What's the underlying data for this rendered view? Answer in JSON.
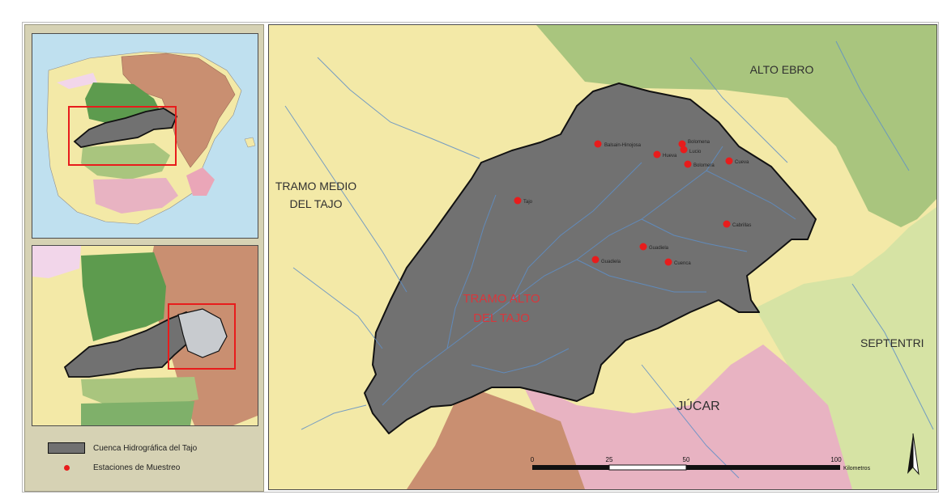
{
  "colors": {
    "basin_fill": "#717171",
    "station_red": "#e81c1c",
    "label_red": "#d8373c",
    "river_blue": "#5f8fc7",
    "medio_yellow": "#f3e9a7",
    "ebro_green": "#a9c57e",
    "jucar_pink": "#e8b3c2",
    "segura_brown": "#c98f71",
    "septentrional_green": "#d6e3a4",
    "sea_blue": "#bfe0ef",
    "panel_tan": "#d6d2b4"
  },
  "main_map": {
    "region_labels": {
      "medio_line1": "TRAMO MEDIO",
      "medio_line2": "DEL TAJO",
      "ebro": "ALTO EBRO",
      "septentrional": "SEPTENTRI",
      "jucar": "JÚCAR",
      "alto_line1": "TRAMO ALTO",
      "alto_line2": "DEL TAJO"
    },
    "stations": [
      {
        "label": "Balsain-Hinojosa"
      },
      {
        "label": "Hueva"
      },
      {
        "label": "Bolomena"
      },
      {
        "label": "Lucio"
      },
      {
        "label": "Bolomera"
      },
      {
        "label": "Cueva"
      },
      {
        "label": "Tajo"
      },
      {
        "label": "Cabrillas"
      },
      {
        "label": "Guadiela"
      },
      {
        "label": "Guadiela"
      },
      {
        "label": "Cuenca"
      }
    ],
    "scale_bar": {
      "ticks": [
        "0",
        "25",
        "50",
        "100"
      ],
      "unit": "Kilometros"
    },
    "north_arrow": "north-arrow-icon"
  },
  "legend": {
    "basin": "Cuenca Hidrográfica del Tajo",
    "stations": "Estaciones de Muestreo"
  }
}
